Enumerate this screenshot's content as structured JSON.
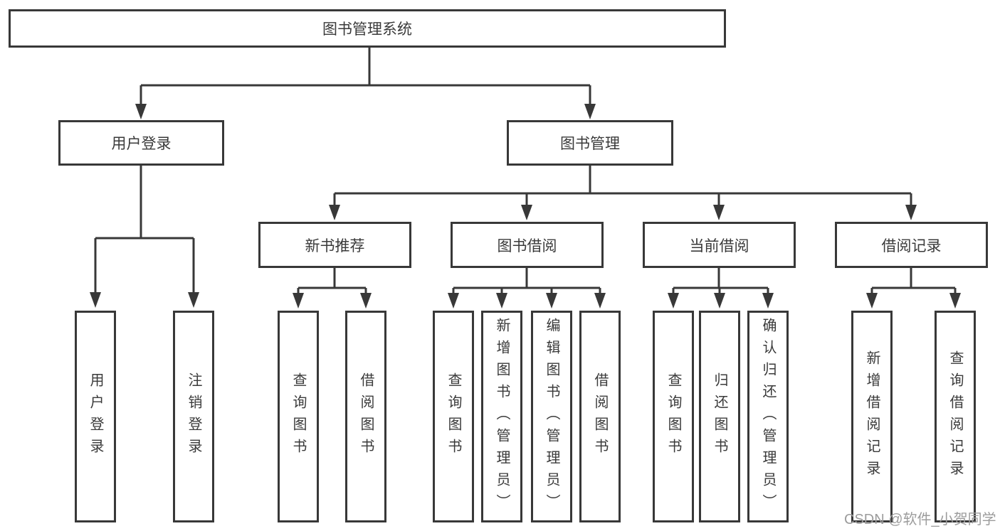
{
  "tree": {
    "label": "图书管理系统",
    "children": [
      {
        "label": "用户登录",
        "children": [
          {
            "label": "用户登录"
          },
          {
            "label": "注销登录"
          }
        ]
      },
      {
        "label": "图书管理",
        "children": [
          {
            "label": "新书推荐",
            "children": [
              {
                "label": "查询图书"
              },
              {
                "label": "借阅图书"
              }
            ]
          },
          {
            "label": "图书借阅",
            "children": [
              {
                "label": "查询图书"
              },
              {
                "label": "新增图书（管理员）"
              },
              {
                "label": "编辑图书（管理员）"
              },
              {
                "label": "借阅图书"
              }
            ]
          },
          {
            "label": "当前借阅",
            "children": [
              {
                "label": "查询图书"
              },
              {
                "label": "归还图书"
              },
              {
                "label": "确认归还（管理员）"
              }
            ]
          },
          {
            "label": "借阅记录",
            "children": [
              {
                "label": "新增借阅记录"
              },
              {
                "label": "查询借阅记录"
              }
            ]
          }
        ]
      }
    ]
  },
  "watermark": {
    "text": "CSDN @软件_小贺同学"
  },
  "colors": {
    "line": "#383838",
    "text": "#3a3a3a",
    "bg": "#ffffff",
    "watermark": "#9c9c9c"
  }
}
